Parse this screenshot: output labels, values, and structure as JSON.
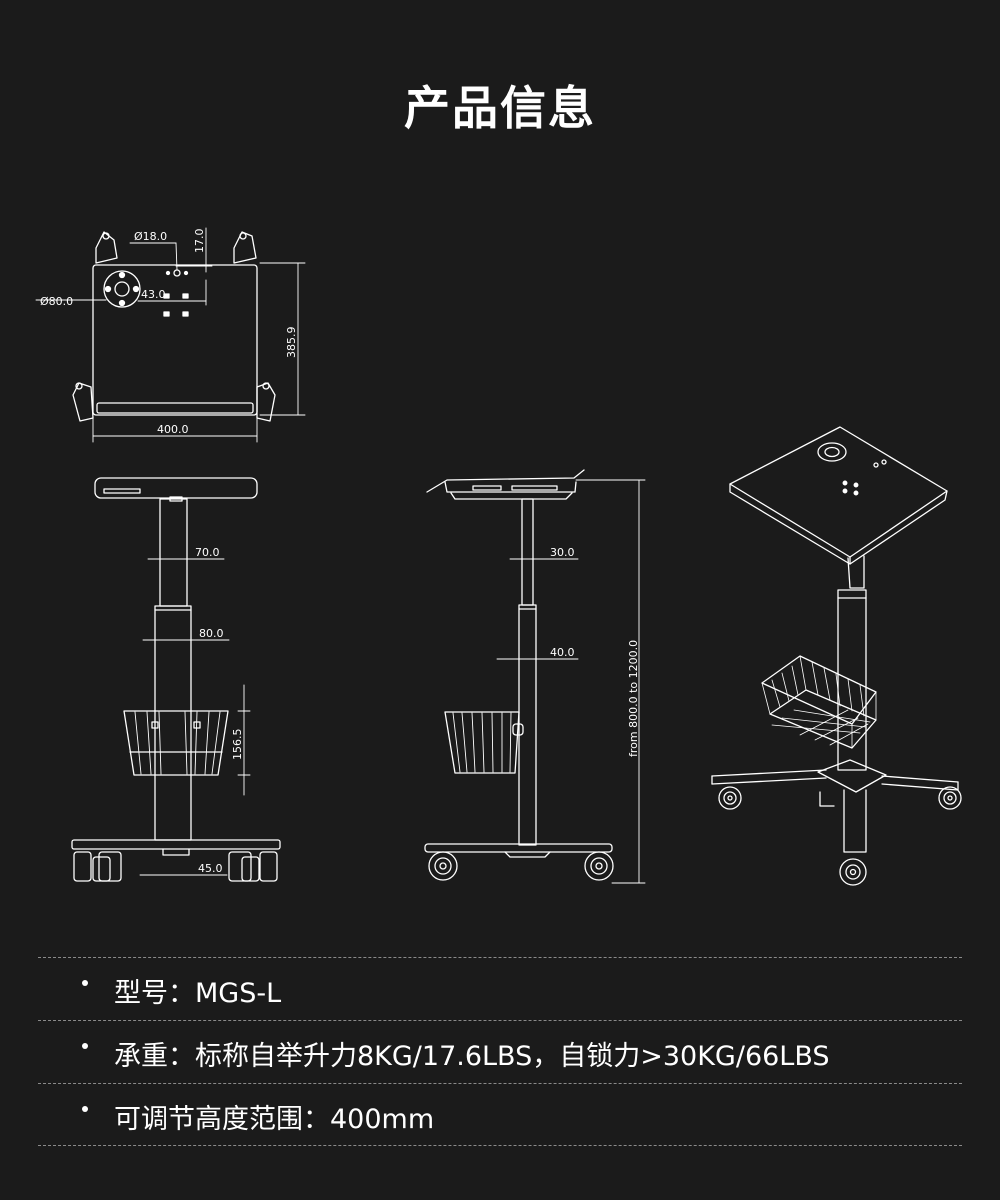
{
  "title": "产品信息",
  "dimensions": {
    "hole_diameter": "Ø18.0",
    "hole_offset": "17.0",
    "cup_diameter": "Ø80.0",
    "hole_spacing": "43.0",
    "tray_depth": "385.9",
    "tray_width": "400.0",
    "column_upper": "70.0",
    "column_lower": "80.0",
    "basket_height": "156.5",
    "base_width": "45.0",
    "side_upper": "30.0",
    "side_lower": "40.0",
    "height_range": "from 800.0 to 1200.0"
  },
  "specs": [
    "型号：MGS-L",
    "承重：标称自举升力8KG/17.6LBS，自锁力>30KG/66LBS",
    "可调节高度范围：400mm"
  ],
  "colors": {
    "background": "#1b1b1b",
    "line": "#ffffff",
    "divider": "#8a8a8a"
  }
}
